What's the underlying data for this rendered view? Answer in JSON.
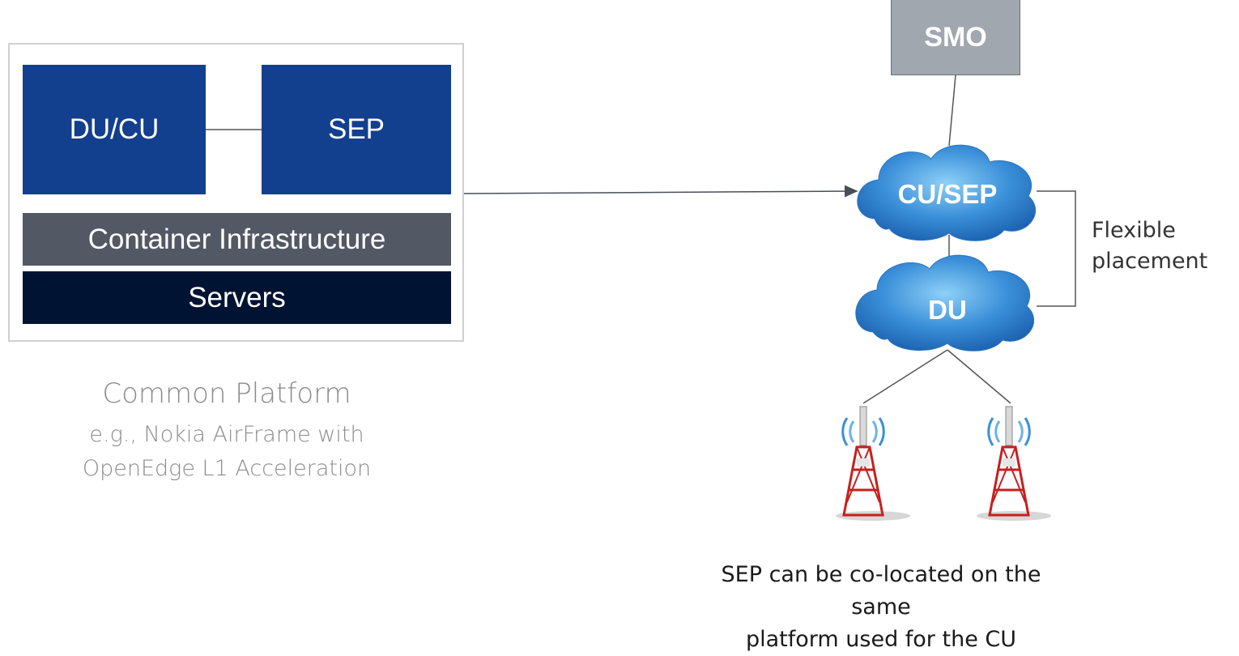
{
  "platform": {
    "ducu_label": "DU/CU",
    "sep_label": "SEP",
    "container_label": "Container Infrastructure",
    "servers_label": "Servers",
    "caption_title": "Common Platform",
    "caption_line1": "e.g., Nokia AirFrame with",
    "caption_line2": "OpenEdge L1 Acceleration"
  },
  "topology": {
    "smo_label": "SMO",
    "cusep_label": "CU/SEP",
    "du_label": "DU",
    "flex_line1": "Flexible",
    "flex_line2": "placement",
    "bottom_line1": "SEP can be co-located on the same",
    "bottom_line2": "platform used for the CU"
  },
  "colors": {
    "blue_box": "#133f8f",
    "container_bar": "#525864",
    "servers_bar": "#011332",
    "smo_box": "#a0a7ae",
    "cloud": "#3a8fd9",
    "tower_red": "#c81e1e"
  }
}
